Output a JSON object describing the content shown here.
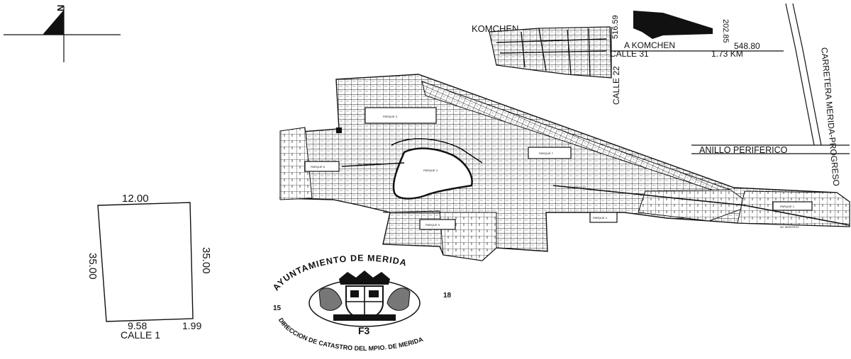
{
  "north": {
    "label": "N"
  },
  "komchen": {
    "name": "KOMCHEN",
    "to_label": "A KOMCHEN",
    "distance": "1.73 KM",
    "dim_516": "516.59",
    "dim_202": "202.85",
    "dim_548": "548.80",
    "street_31": "CALLE 31",
    "street_22": "CALLE 22"
  },
  "roads": {
    "carretera": "CARRETERA MERIDA-PROGRESO",
    "anillo": "ANILLO PERIFERICO"
  },
  "lot": {
    "top": "12.00",
    "left": "35.00",
    "right": "35.00",
    "bottom_left": "9.58",
    "bottom_right": "1.99",
    "street": "CALLE 1"
  },
  "subdivision": {
    "parks": [
      "PARQUE 3",
      "PARQUE 7",
      "PARQUE 2",
      "PARQUE 6",
      "PARQUE 5",
      "PARQUE 4",
      "PARQUE 1"
    ],
    "avenues": [
      "AV. SANTA LUCIA",
      "AV. MONTEJO",
      "AV. MONTEJO"
    ]
  },
  "seal": {
    "top_text": "AYUNTAMIENTO DE MERIDA",
    "bottom_text": "DIRECCION DE CATASTRO DEL MPIO. DE MERIDA",
    "year_left": "15",
    "year_right": "18",
    "code": "F3"
  }
}
